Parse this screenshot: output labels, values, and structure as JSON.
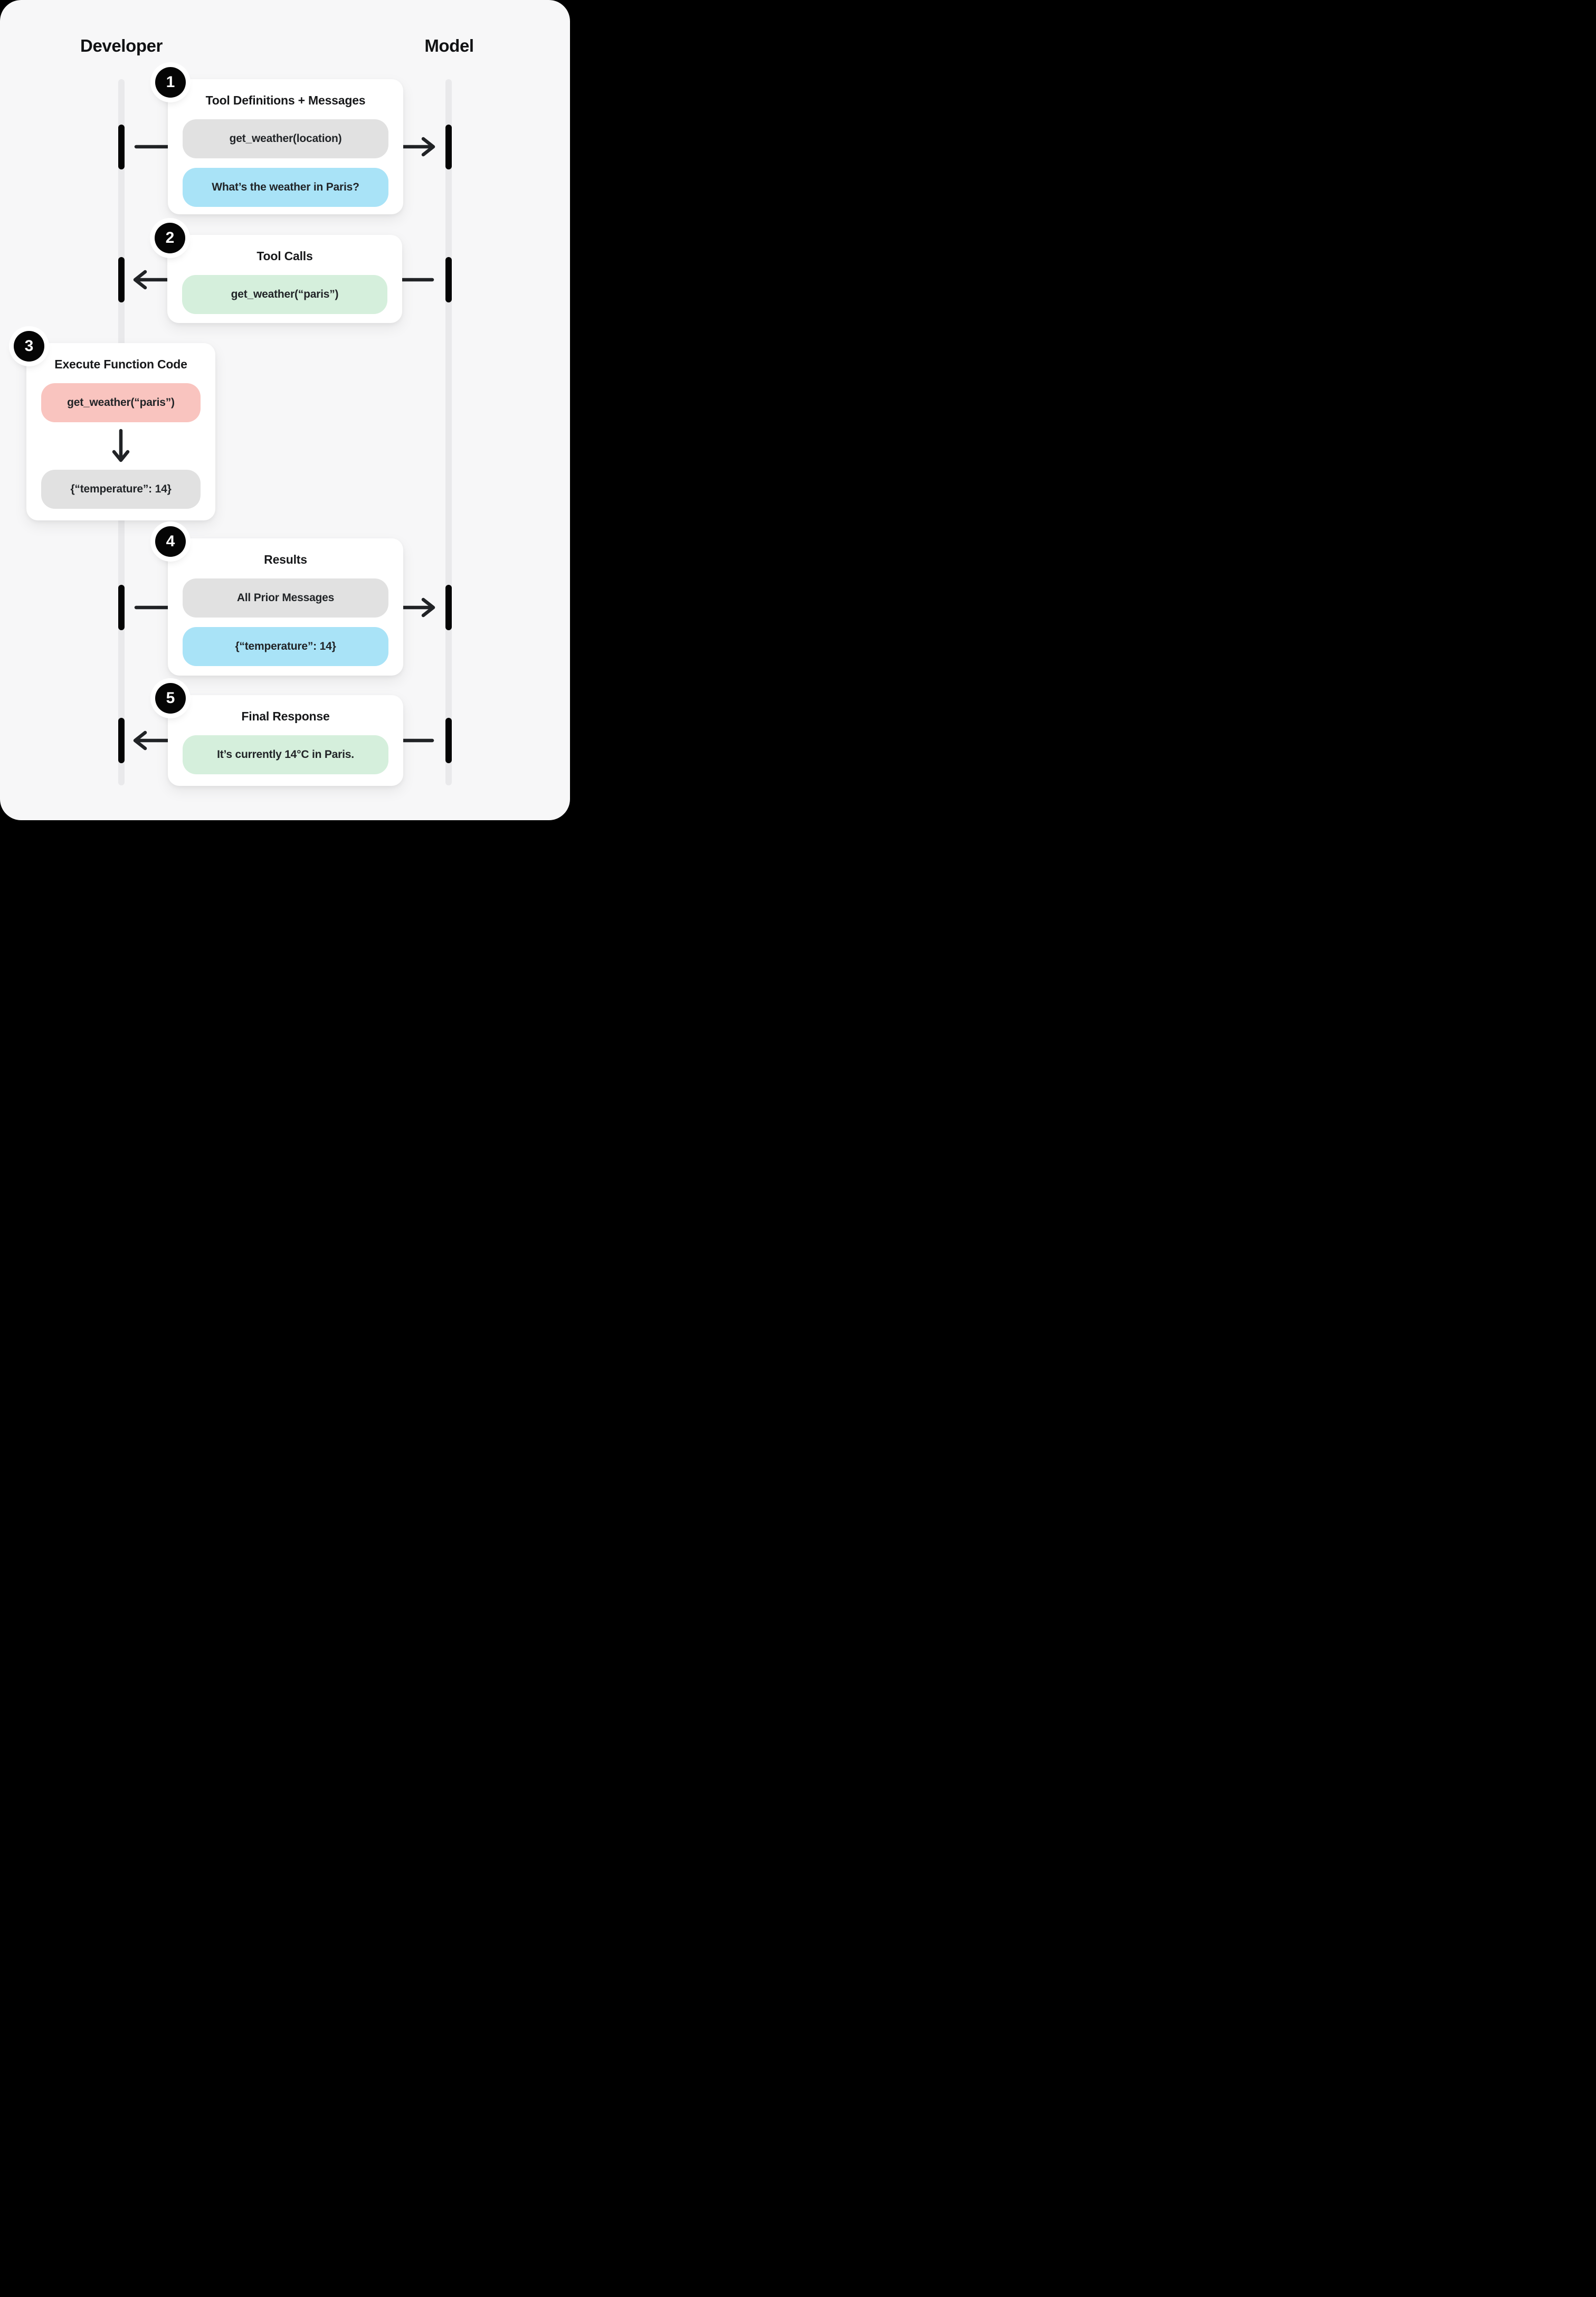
{
  "diagram": {
    "title_hint": "Function calling sequence between Developer and Model",
    "actors": {
      "developer": "Developer",
      "model": "Model"
    },
    "steps": [
      {
        "num": "1",
        "title": "Tool Definitions + Messages",
        "direction": "developer-to-model",
        "pills": [
          {
            "text": "get_weather(location)",
            "color": "gray"
          },
          {
            "text": "What’s the weather in Paris?",
            "color": "blue"
          }
        ]
      },
      {
        "num": "2",
        "title": "Tool Calls",
        "direction": "model-to-developer",
        "pills": [
          {
            "text": "get_weather(“paris”)",
            "color": "green"
          }
        ]
      },
      {
        "num": "3",
        "title": "Execute Function Code",
        "direction": "local-execution",
        "pills": [
          {
            "text": "get_weather(“paris”)",
            "color": "pink"
          },
          {
            "text": "{“temperature”: 14}",
            "color": "gray"
          }
        ]
      },
      {
        "num": "4",
        "title": "Results",
        "direction": "developer-to-model",
        "pills": [
          {
            "text": "All Prior Messages",
            "color": "gray"
          },
          {
            "text": "{“temperature”: 14}",
            "color": "blue"
          }
        ]
      },
      {
        "num": "5",
        "title": "Final Response",
        "direction": "model-to-developer",
        "pills": [
          {
            "text": "It’s currently 14°C in Paris.",
            "color": "green"
          }
        ]
      }
    ],
    "colors": {
      "panel_background": "#f7f7f8",
      "outer_background": "#000000",
      "lifeline": "#e9e9eb",
      "activation_bar": "#050505",
      "arrow": "#212326",
      "card": "#ffffff",
      "pill_gray": "#e1e1e1",
      "pill_blue": "#a9e3f7",
      "pill_green": "#d5efdc",
      "pill_pink": "#f9c4bf",
      "badge": "#050505",
      "text": "#17181a"
    }
  }
}
